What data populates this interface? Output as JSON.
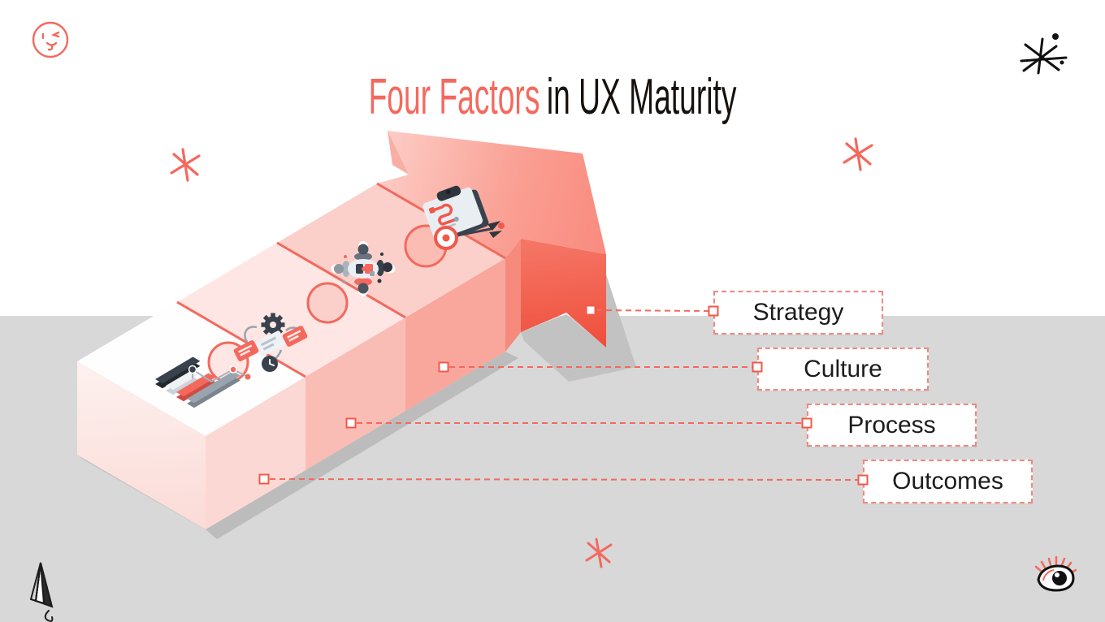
{
  "title": {
    "highlight": "Four Factors",
    "rest": "in UX Maturity"
  },
  "factors": [
    {
      "label": "Strategy"
    },
    {
      "label": "Culture"
    },
    {
      "label": "Process"
    },
    {
      "label": "Outcomes"
    }
  ],
  "blocks": [
    {
      "factor": "Outcomes",
      "icon": "bar-chart-icon"
    },
    {
      "factor": "Process",
      "icon": "process-workflow-icon"
    },
    {
      "factor": "Culture",
      "icon": "team-puzzle-icon"
    },
    {
      "factor": "Strategy",
      "icon": "strategy-clipboard-icon"
    }
  ],
  "doodles": [
    "winking-face-doodle",
    "black-sparkle-doodle",
    "coral-asterisk-doodle",
    "paper-plane-doodle",
    "eye-doodle"
  ],
  "colors": {
    "accent": "#f4695e",
    "ink": "#16110d",
    "floor": "#d8d8d8",
    "label_border": "#f0897d"
  }
}
